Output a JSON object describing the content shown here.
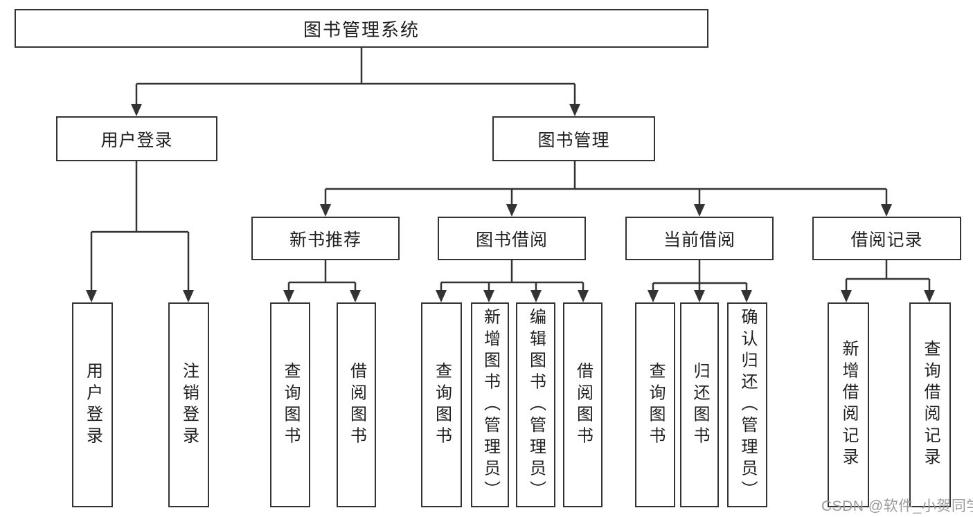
{
  "tree": {
    "label": "图书管理系统",
    "children": [
      {
        "label": "用户登录",
        "children": [
          {
            "label": "用户登录"
          },
          {
            "label": "注销登录"
          }
        ]
      },
      {
        "label": "图书管理",
        "children": [
          {
            "label": "新书推荐",
            "children": [
              {
                "label": "查询图书"
              },
              {
                "label": "借阅图书"
              }
            ]
          },
          {
            "label": "图书借阅",
            "children": [
              {
                "label": "查询图书"
              },
              {
                "label": "新增图书（管理员）"
              },
              {
                "label": "编辑图书（管理员）"
              },
              {
                "label": "借阅图书"
              }
            ]
          },
          {
            "label": "当前借阅",
            "children": [
              {
                "label": "查询图书"
              },
              {
                "label": "归还图书"
              },
              {
                "label": "确认归还（管理员）"
              }
            ]
          },
          {
            "label": "借阅记录",
            "children": [
              {
                "label": "新增借阅记录"
              },
              {
                "label": "查询借阅记录"
              }
            ]
          }
        ]
      }
    ]
  },
  "watermark": "CSDN @软件_小贺同学",
  "colors": {
    "line": "#333333",
    "text": "#1f1f1f",
    "watermark": "#9b9b9b",
    "background": "#ffffff"
  }
}
